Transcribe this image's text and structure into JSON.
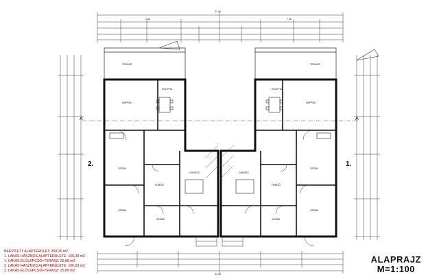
{
  "summary": [
    "BEÉPÍTETT ALAPTERÜLET: 259,26 m2",
    "1. LAKÁS HASZNOS ALAPTERÜLETE: 105,38 m2",
    "1. LAKÁS ELŐLÉPCSŐ+TERASZ: 25,88 m2",
    "2. LAKÁS HASZNOS ALAPTERÜLETE: 106,03 m2",
    "2. LAKÁS ELŐLÉPCSŐ+TERASZ: 25,80 m2"
  ],
  "title": "ALAPRAJZ",
  "scale": "M=1:100",
  "units": [
    "1.",
    "2."
  ],
  "section_marks": [
    "A",
    "A"
  ],
  "rooms_left": [
    "TERASZ",
    "NAPPALI",
    "KONYHA",
    "SZOBA",
    "SZOBA",
    "SZOBA",
    "FÜRDŐ",
    "GARÁZS"
  ],
  "rooms_right": [
    "TERASZ",
    "NAPPALI",
    "KONYHA",
    "SZOBA",
    "SZOBA",
    "SZOBA",
    "FÜRDŐ",
    "GARÁZS"
  ],
  "dims_top": [
    "31,40",
    "7,36",
    "7,36"
  ],
  "dims_bottom": [
    "31,40"
  ]
}
